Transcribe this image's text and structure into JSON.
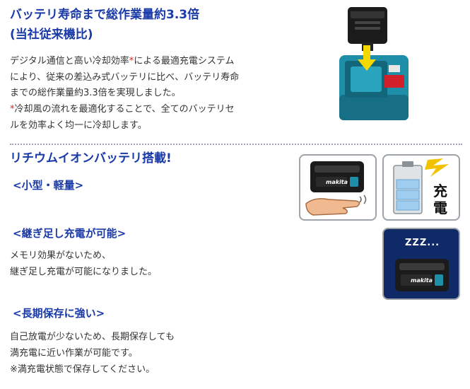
{
  "section1": {
    "title_line1": "バッテリ寿命まで総作業量約3.3倍",
    "title_line2": "(当社従来機比)",
    "para_line1_a": "デジタル通信と高い冷却効率",
    "para_line1_star": "*",
    "para_line1_b": "による最適充電システム",
    "para_line2": "により、従来の差込み式バッテリに比べ、バッテリ寿命",
    "para_line3": "までの総作業量約3.3倍を実現しました。",
    "note_star": "*",
    "note_line1": "冷却風の流れを最適化することで、全てのバッテリセ",
    "note_line2": "ルを効率よく均一に冷却します。"
  },
  "section2": {
    "title": "リチウムイオンバッテリ搭載!",
    "sub1": "<小型・軽量>",
    "sub2": "<継ぎ足し充電が可能>",
    "sub2_line1": "メモリ効果がないため、",
    "sub2_line2": "継ぎ足し充電が可能になりました。",
    "sub3": "<長期保存に強い>",
    "sub3_line1": "自己放電が少ないため、長期保存しても",
    "sub3_line2": "満充電に近い作業が可能です。",
    "sub3_line3": "※満充電状態で保存してください。"
  },
  "images": {
    "battery_label": "makita",
    "charge_label_1": "充",
    "charge_label_2": "電",
    "sleep_label": "ZZZ..."
  },
  "colors": {
    "title_blue": "#1a3aa8",
    "star_red": "#d62020",
    "charger_teal": "#1f8ea8",
    "battery_black": "#1b1b1b"
  }
}
